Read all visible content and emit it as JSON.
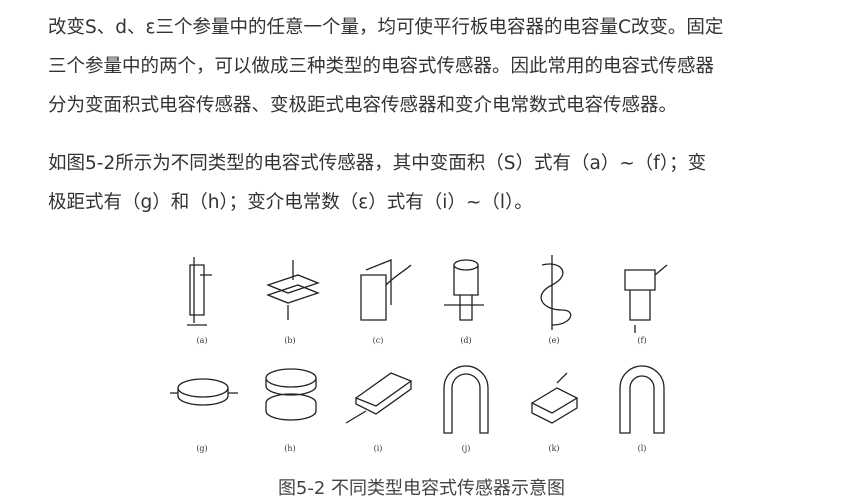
{
  "paragraphs": [
    {
      "lines": [
        "改变S、d、ε三个参量中的任意一个量，均可使平行板电容器的电容量C改变。固定",
        "三个参量中的两个，可以做成三种类型的电容式传感器。因此常用的电容式传感器",
        "分为变面积式电容传感器、变极距式电容传感器和变介电常数式电容传感器。"
      ]
    },
    {
      "lines": [
        "如图5-2所示为不同类型的电容式传感器，其中变面积（S）式有（a）~（f）；变",
        "极距式有（g）和（h）；变介电常数（ε）式有（i）~（l）。"
      ]
    }
  ],
  "figure": {
    "labels": [
      "(a)",
      "(b)",
      "(c)",
      "(d)",
      "(e)",
      "(f)",
      "(g)",
      "(h)",
      "(i)",
      "(j)",
      "(k)",
      "(l)"
    ],
    "caption": "图5-2 不同类型电容式传感器示意图"
  }
}
